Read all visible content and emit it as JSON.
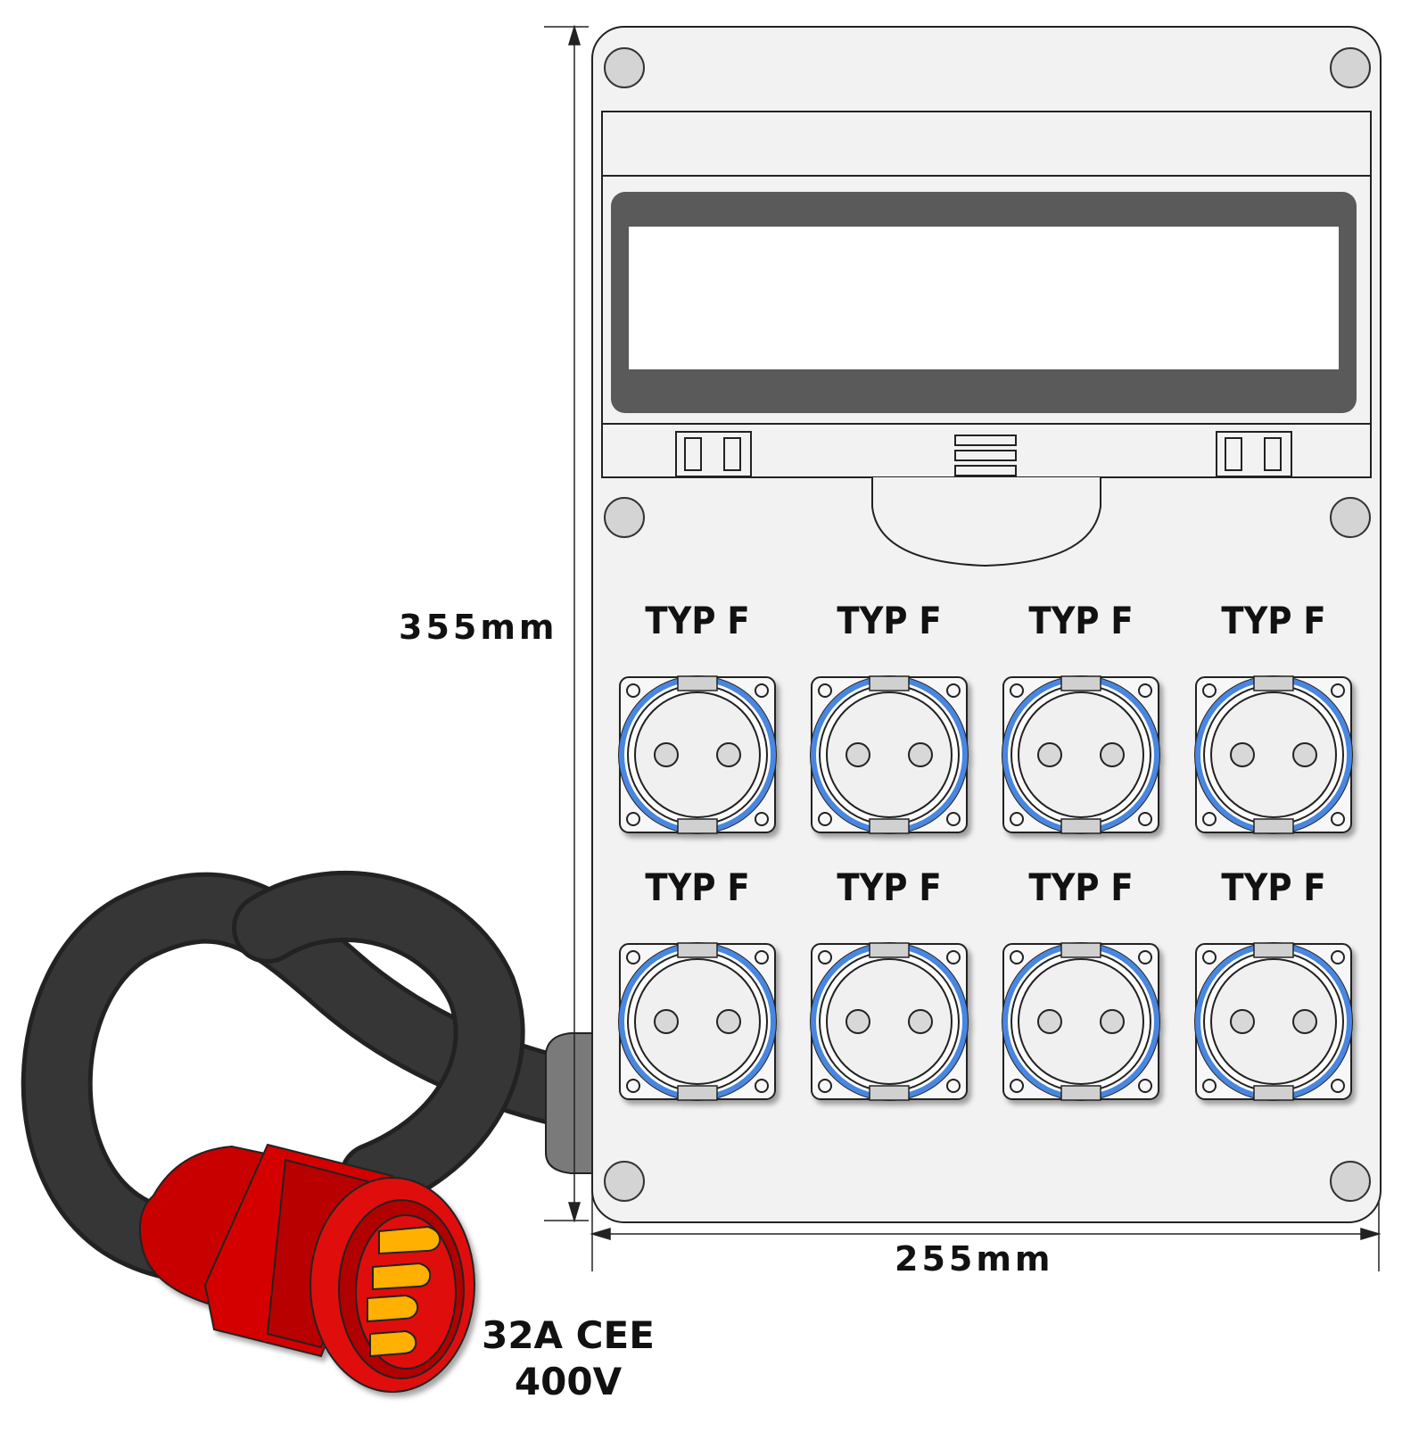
{
  "dimensions": {
    "height_label": "355mm",
    "width_label": "255mm"
  },
  "plug": {
    "line1": "32A CEE",
    "line2": "400V"
  },
  "sockets": [
    {
      "label": "TYP F"
    },
    {
      "label": "TYP F"
    },
    {
      "label": "TYP F"
    },
    {
      "label": "TYP F"
    },
    {
      "label": "TYP F"
    },
    {
      "label": "TYP F"
    },
    {
      "label": "TYP F"
    },
    {
      "label": "TYP F"
    }
  ],
  "colors": {
    "panel": "#f2f2f2",
    "outline": "#222222",
    "window": "#5a5a5a",
    "socket_ring": "#4a86e0",
    "plug_red": "#e01010",
    "plug_dark_red": "#b00000",
    "pins": "#ffb000",
    "cable": "#333333",
    "gland": "#7a7a7a"
  }
}
